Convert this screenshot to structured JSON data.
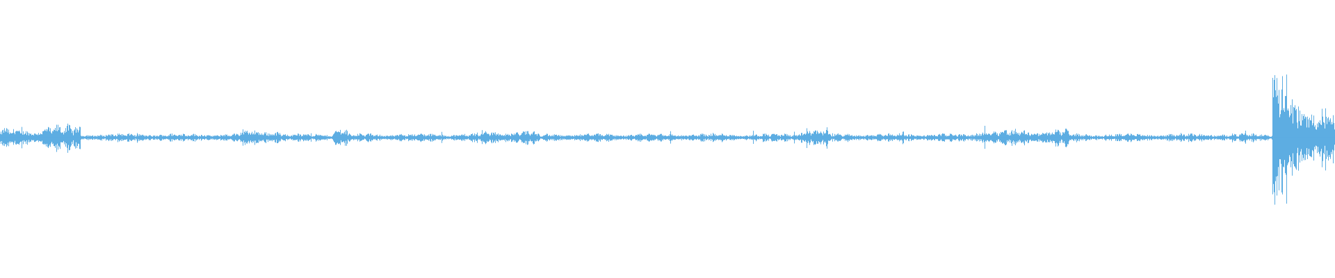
{
  "waveform": {
    "color": "#5DADE2",
    "background": "#ffffff",
    "baseline_amplitude": 0.04,
    "features": [
      {
        "label": "dense-start",
        "from": 0.0,
        "to": 0.03,
        "amplitude": 0.09
      },
      {
        "label": "burst-a",
        "from": 0.03,
        "to": 0.06,
        "amplitude": 0.12
      },
      {
        "label": "cluster-1",
        "from": 0.18,
        "to": 0.21,
        "amplitude": 0.08
      },
      {
        "label": "spike-1",
        "from": 0.25,
        "to": 0.26,
        "amplitude": 0.11
      },
      {
        "label": "dense-mid",
        "from": 0.36,
        "to": 0.4,
        "amplitude": 0.07
      },
      {
        "label": "cluster-2",
        "from": 0.6,
        "to": 0.62,
        "amplitude": 0.09
      },
      {
        "label": "cluster-3",
        "from": 0.73,
        "to": 0.8,
        "amplitude": 0.08
      },
      {
        "label": "burst-loud",
        "from": 0.953,
        "to": 0.975,
        "amplitude": 0.98
      },
      {
        "label": "tail",
        "from": 0.975,
        "to": 1.0,
        "amplitude": 0.28
      }
    ]
  }
}
